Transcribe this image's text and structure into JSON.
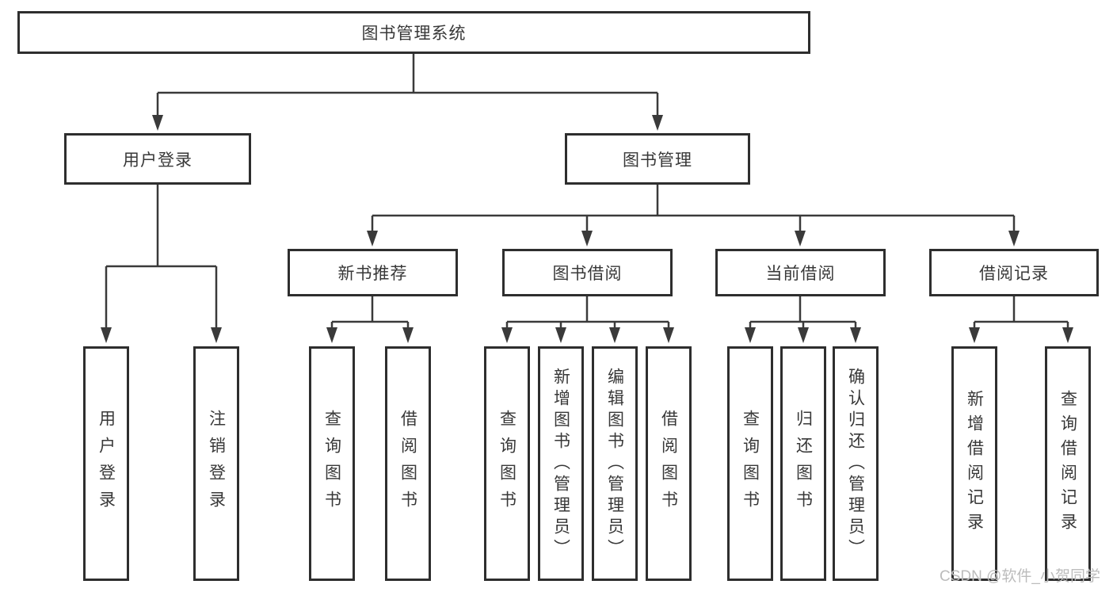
{
  "colors": {
    "line": "#3a3a3a",
    "border": "#2e2e2e",
    "fill": "#ffffff",
    "text": "#383838",
    "watermark": "#bcbcbc"
  },
  "watermark": {
    "text": "CSDN @软件_小贺同学"
  },
  "tree": {
    "root": {
      "label": "图书管理系统"
    },
    "branches": [
      {
        "label": "用户登录",
        "children": [
          "用户登录",
          "注销登录"
        ]
      },
      {
        "label": "图书管理",
        "sections": [
          {
            "label": "新书推荐",
            "children": [
              "查询图书",
              "借阅图书"
            ]
          },
          {
            "label": "图书借阅",
            "children": [
              "查询图书",
              "新增图书（管理员）",
              "编辑图书（管理员）",
              "借阅图书"
            ]
          },
          {
            "label": "当前借阅",
            "children": [
              "查询图书",
              "归还图书",
              "确认归还（管理员）"
            ]
          },
          {
            "label": "借阅记录",
            "children": [
              "新增借阅记录",
              "查询借阅记录"
            ]
          }
        ]
      }
    ]
  }
}
